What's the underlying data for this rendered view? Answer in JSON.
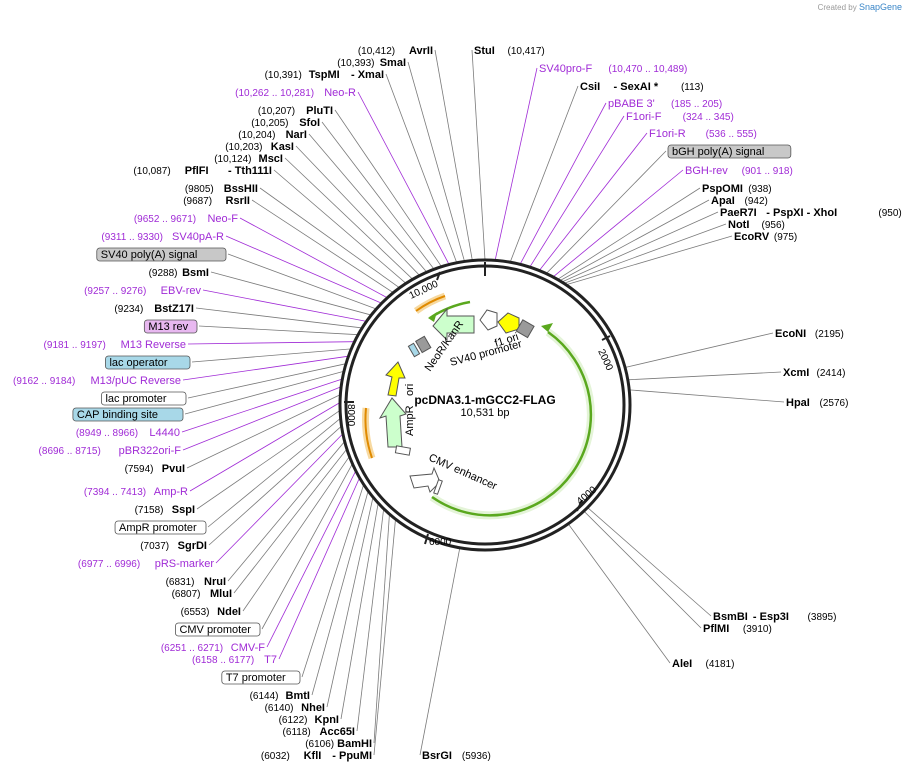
{
  "app": {
    "credit_prefix": "Created by",
    "credit_brand": "SnapGene"
  },
  "plasmid": {
    "name": "pcDNA3.1-mGCC2-FLAG",
    "length_label": "10,531 bp",
    "length": 10531
  },
  "ticks": [
    "2000",
    "4000",
    "6000",
    "8000",
    "10,000"
  ],
  "features": [
    {
      "name": "CMV enhancer",
      "color": "#ffffff"
    },
    {
      "name": "f1 ori",
      "color": "#ffffff"
    },
    {
      "name": "SV40 promoter",
      "color": "#ffffff"
    },
    {
      "name": "NeoR/KanR",
      "color": "#ccffcc"
    },
    {
      "name": "ori",
      "color": "#ffff00"
    },
    {
      "name": "AmpR",
      "color": "#ccffcc"
    }
  ],
  "labels": {
    "right": [
      {
        "pos": "(10,417)",
        "name": "StuI"
      },
      {
        "pos": "(10,470 .. 10,489)",
        "name": "SV40pro-F",
        "primer": true
      },
      {
        "pos": "(113)",
        "name": "CsiI",
        "extra": "- SexAI *"
      },
      {
        "pos": "(185 .. 205)",
        "name": "pBABE 3'",
        "primer": true
      },
      {
        "pos": "(324 .. 345)",
        "name": "F1ori-F",
        "primer": true
      },
      {
        "pos": "(536 .. 555)",
        "name": "F1ori-R",
        "primer": true
      },
      {
        "name": "bGH poly(A) signal",
        "box": "gray"
      },
      {
        "pos": "(901 .. 918)",
        "name": "BGH-rev",
        "primer": true
      },
      {
        "pos": "(938)",
        "name": "PspOMI"
      },
      {
        "pos": "(942)",
        "name": "ApaI"
      },
      {
        "pos": "(950)",
        "name": "PaeR7I",
        "extra": "- PspXI   - XhoI"
      },
      {
        "pos": "(956)",
        "name": "NotI"
      },
      {
        "pos": "(975)",
        "name": "EcoRV"
      },
      {
        "pos": "(2195)",
        "name": "EcoNI"
      },
      {
        "pos": "(2414)",
        "name": "XcmI"
      },
      {
        "pos": "(2576)",
        "name": "HpaI"
      },
      {
        "pos": "(3895)",
        "name": "BsmBI",
        "extra": "- Esp3I"
      },
      {
        "pos": "(3910)",
        "name": "PflMI"
      },
      {
        "pos": "(4181)",
        "name": "AleI"
      },
      {
        "pos": "(5936)",
        "name": "BsrGI"
      }
    ],
    "left": [
      {
        "pos": "(10,412)",
        "name": "AvrII"
      },
      {
        "pos": "(10,393)",
        "name": "SmaI"
      },
      {
        "pos": "(10,391)",
        "name": "TspMI",
        "extra": "- XmaI"
      },
      {
        "pos": "(10,262 .. 10,281)",
        "name": "Neo-R",
        "primer": true
      },
      {
        "pos": "(10,207)",
        "name": "PluTI"
      },
      {
        "pos": "(10,205)",
        "name": "SfoI"
      },
      {
        "pos": "(10,204)",
        "name": "NarI"
      },
      {
        "pos": "(10,203)",
        "name": "KasI"
      },
      {
        "pos": "(10,124)",
        "name": "MscI"
      },
      {
        "pos": "(10,087)",
        "name": "PflFI",
        "extra": "- Tth111I"
      },
      {
        "pos": "(9805)",
        "name": "BssHII"
      },
      {
        "pos": "(9687)",
        "name": "RsrII"
      },
      {
        "pos": "(9652 .. 9671)",
        "name": "Neo-F",
        "primer": true
      },
      {
        "pos": "(9311 .. 9330)",
        "name": "SV40pA-R",
        "primer": true
      },
      {
        "name": "SV40 poly(A) signal",
        "box": "gray"
      },
      {
        "pos": "(9288)",
        "name": "BsmI"
      },
      {
        "pos": "(9257 .. 9276)",
        "name": "EBV-rev",
        "primer": true
      },
      {
        "pos": "(9234)",
        "name": "BstZ17I"
      },
      {
        "name": "M13 rev",
        "box": "purple"
      },
      {
        "pos": "(9181 .. 9197)",
        "name": "M13 Reverse",
        "primer": true
      },
      {
        "name": "lac operator",
        "box": "teal"
      },
      {
        "pos": "(9162 .. 9184)",
        "name": "M13/pUC Reverse",
        "primer": true
      },
      {
        "name": "lac promoter",
        "box": "white"
      },
      {
        "name": "CAP binding site",
        "box": "teal"
      },
      {
        "pos": "(8949 .. 8966)",
        "name": "L4440",
        "primer": true
      },
      {
        "pos": "(8696 .. 8715)",
        "name": "pBR322ori-F",
        "primer": true
      },
      {
        "pos": "(7594)",
        "name": "PvuI"
      },
      {
        "pos": "(7394 .. 7413)",
        "name": "Amp-R",
        "primer": true
      },
      {
        "pos": "(7158)",
        "name": "SspI"
      },
      {
        "name": "AmpR promoter",
        "box": "white"
      },
      {
        "pos": "(7037)",
        "name": "SgrDI"
      },
      {
        "pos": "(6977 .. 6996)",
        "name": "pRS-marker",
        "primer": true
      },
      {
        "pos": "(6831)",
        "name": "NruI"
      },
      {
        "pos": "(6807)",
        "name": "MluI"
      },
      {
        "pos": "(6553)",
        "name": "NdeI"
      },
      {
        "name": "CMV promoter",
        "box": "white"
      },
      {
        "pos": "(6251 .. 6271)",
        "name": "CMV-F",
        "primer": true
      },
      {
        "pos": "(6158 .. 6177)",
        "name": "T7",
        "primer": true
      },
      {
        "name": "T7 promoter",
        "box": "white"
      },
      {
        "pos": "(6144)",
        "name": "BmtI"
      },
      {
        "pos": "(6140)",
        "name": "NheI"
      },
      {
        "pos": "(6122)",
        "name": "KpnI"
      },
      {
        "pos": "(6118)",
        "name": "Acc65I"
      },
      {
        "pos": "(6106)",
        "name": "BamHI"
      },
      {
        "pos": "(6032)",
        "name": "KflI",
        "extra": "- PpuMI"
      }
    ]
  },
  "colors": {
    "primer": "#a02bd6",
    "line": "#7a7a7a",
    "box_gray": "#c8c8c8",
    "box_purple": "#e8b8f0",
    "box_teal": "#a8d8e8",
    "box_white": "#ffffff"
  }
}
